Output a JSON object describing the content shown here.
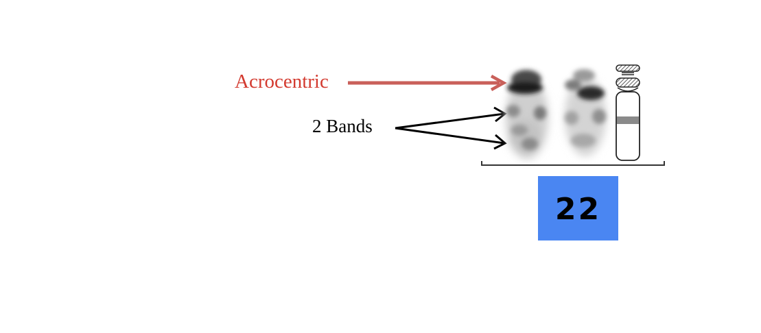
{
  "labels": {
    "acrocentric": "Acrocentric",
    "bands": "2 Bands"
  },
  "chromosome": {
    "number": "22"
  },
  "colors": {
    "acrocentric_text": "#d33a2f",
    "acrocentric_arrow": "#c9605a",
    "bands_arrow": "#000000",
    "number_box": "#4a86f2",
    "number_text": "#000000",
    "ideogram_band": "#8a8a8a"
  },
  "icons": {
    "chromosome_photo": "blurred-chromosome-image",
    "ideogram": "chromosome-ideogram-icon"
  }
}
